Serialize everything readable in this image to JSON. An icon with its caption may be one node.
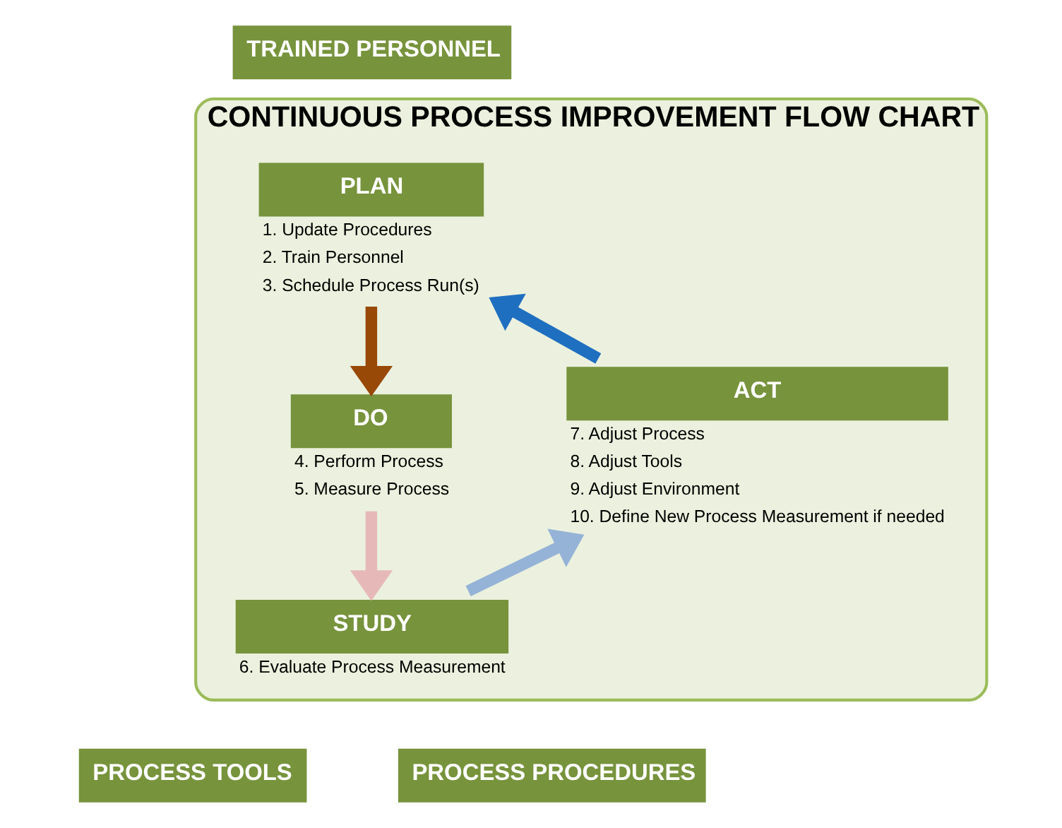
{
  "diagram": {
    "nodes": [
      {
        "text": [
          "TRAINED PERSONNEL"
        ]
      },
      {
        "text": [
          "CONTINUOUS PROCESS IMPROVEMENT FLOW CHART"
        ]
      },
      {
        "text": [
          "PLAN"
        ],
        "in": 1,
        "beside": [
          "1. Update Procedures",
          "2. Train Personnel",
          "3. Schedule Process Run(s)"
        ]
      },
      {
        "text": [
          "ACT"
        ],
        "in": 1,
        "beside": [
          "7. Adjust Process",
          "8. Adjust Tools",
          "9. Adjust Environment",
          "10. Define New Process Measurement if needed"
        ]
      },
      {
        "text": [
          "DO"
        ],
        "in": 1,
        "beside": [
          "4. Perform Process",
          "5. Measure Process"
        ]
      },
      {
        "text": [
          "STUDY"
        ],
        "in": 1,
        "beside": [
          "6. Evaluate Process Measurement"
        ]
      },
      {
        "text": [
          "PROCESS TOOLS"
        ]
      },
      {
        "text": [
          "PROCESS PROCEDURES"
        ]
      }
    ],
    "edges": [
      {
        "from": 2,
        "to": 4,
        "arrow": "to",
        "color": "#984807"
      },
      {
        "from": 4,
        "to": 5,
        "arrow": "to",
        "color": "#e6b9b8"
      },
      {
        "from": 5,
        "to": 3,
        "arrow": "to",
        "color": "#95b3d7"
      },
      {
        "from": 3,
        "to": 2,
        "arrow": "to",
        "color": "#1f6fc1"
      }
    ]
  }
}
